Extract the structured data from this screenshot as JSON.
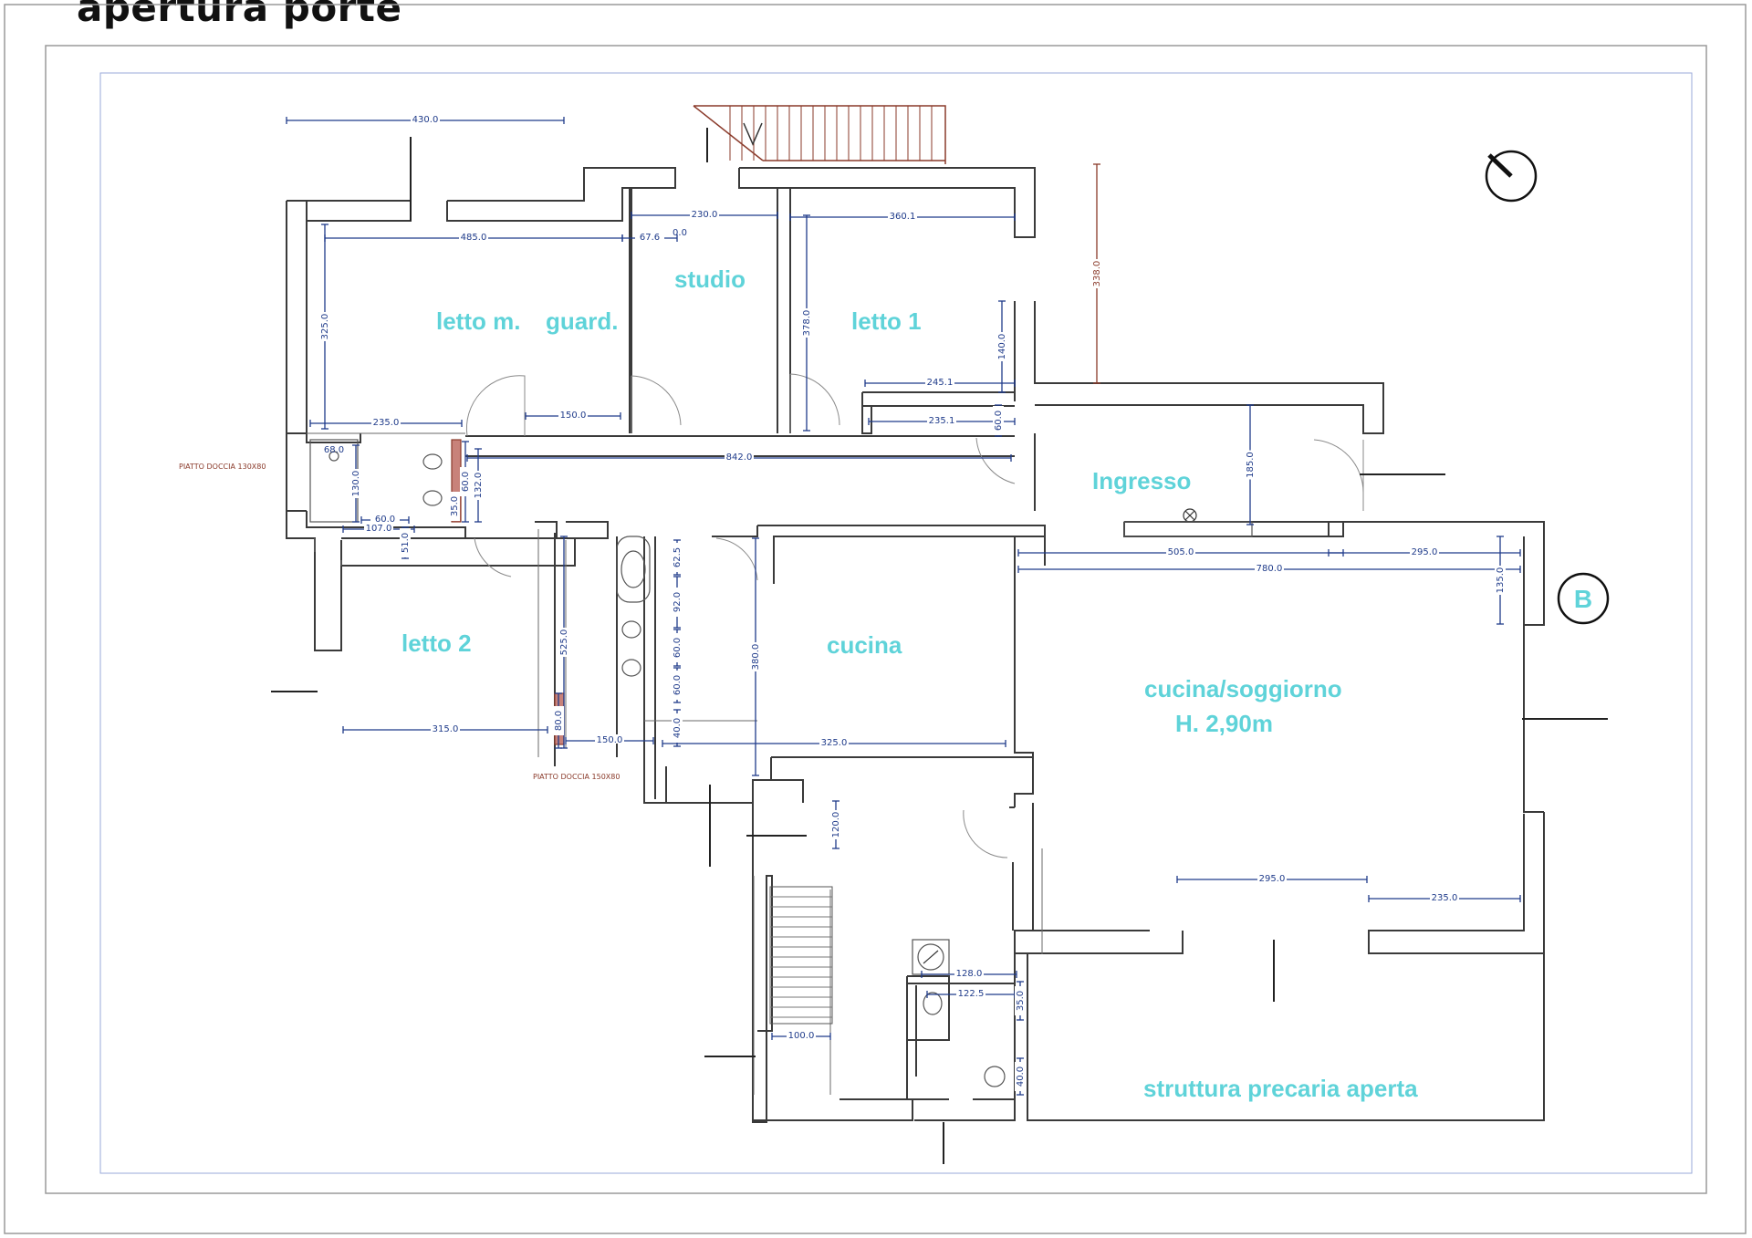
{
  "title": "apertura porte",
  "colors": {
    "room_label": "#5fd3d9",
    "dimension": "#1f3b8a",
    "wall": "#3a3a3a",
    "stair": "#8a3a2a",
    "note": "#8a3a2a",
    "frame": "#9a9a9a",
    "inner_frame": "#9aa8d8"
  },
  "rooms": {
    "letto_m": "letto m.",
    "guard": "guard.",
    "studio": "studio",
    "letto_1": "letto 1",
    "ingresso": "Ingresso",
    "letto_2": "letto 2",
    "cucina": "cucina",
    "cucina_soggiorno": "cucina/soggiorno",
    "height": "H. 2,90m",
    "struttura": "struttura precaria aperta"
  },
  "notes": {
    "shower_1": "PIATTO DOCCIA 130X80",
    "shower_2": "PIATTO DOCCIA 150X80"
  },
  "compass": {
    "icon": "north-arrow-icon",
    "section_letter": "B"
  },
  "dimensions": {
    "d430": "430.0",
    "d485": "485.0",
    "d67": "67.6",
    "d0": "0.0",
    "d230": "230.0",
    "d360": "360.1",
    "d325v": "325.0",
    "d378": "378.0",
    "d338": "338.0",
    "d140": "140.0",
    "d245": "245.1",
    "d235a": "235.0",
    "d150a": "150.0",
    "d235b": "235.1",
    "d60a": "60.0",
    "d842": "842.0",
    "d185": "185.0",
    "d68": "68.0",
    "d130": "130.0",
    "d132": "132.0",
    "d60b": "60.0",
    "d35": "35.0",
    "d60c": "60.0",
    "d107": "107.0",
    "d51": "51.0",
    "d505": "505.0",
    "d295a": "295.0",
    "d780": "780.0",
    "d135": "135.0",
    "d525": "525.0",
    "d62": "62.5",
    "d92": "92.0",
    "d60d": "60.0",
    "d60e": "60.0",
    "d40": "40.0",
    "d380": "380.0",
    "d315": "315.0",
    "d80": "80.0",
    "d150b": "150.0",
    "d325h": "325.0",
    "d120": "120.0",
    "d295b": "295.0",
    "d235c": "235.0",
    "d128": "128.0",
    "d122": "122.5",
    "d35b": "35.0",
    "d100": "100.0",
    "d40b": "40.0"
  }
}
